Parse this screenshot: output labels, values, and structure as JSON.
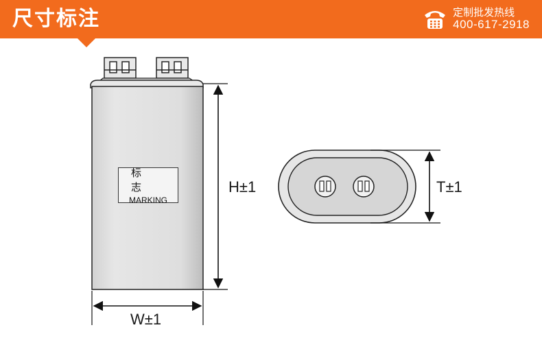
{
  "header": {
    "title": "尺寸标注",
    "hotline_label": "定制批发热线",
    "hotline_number": "400-617-2918",
    "bg_color": "#f26b1d"
  },
  "diagram": {
    "marking_cn": "标 志",
    "marking_en": "MARKING",
    "height_label": "H±1",
    "width_label": "W±1",
    "thickness_label": "T±1"
  },
  "icons": [
    "phone-icon"
  ]
}
